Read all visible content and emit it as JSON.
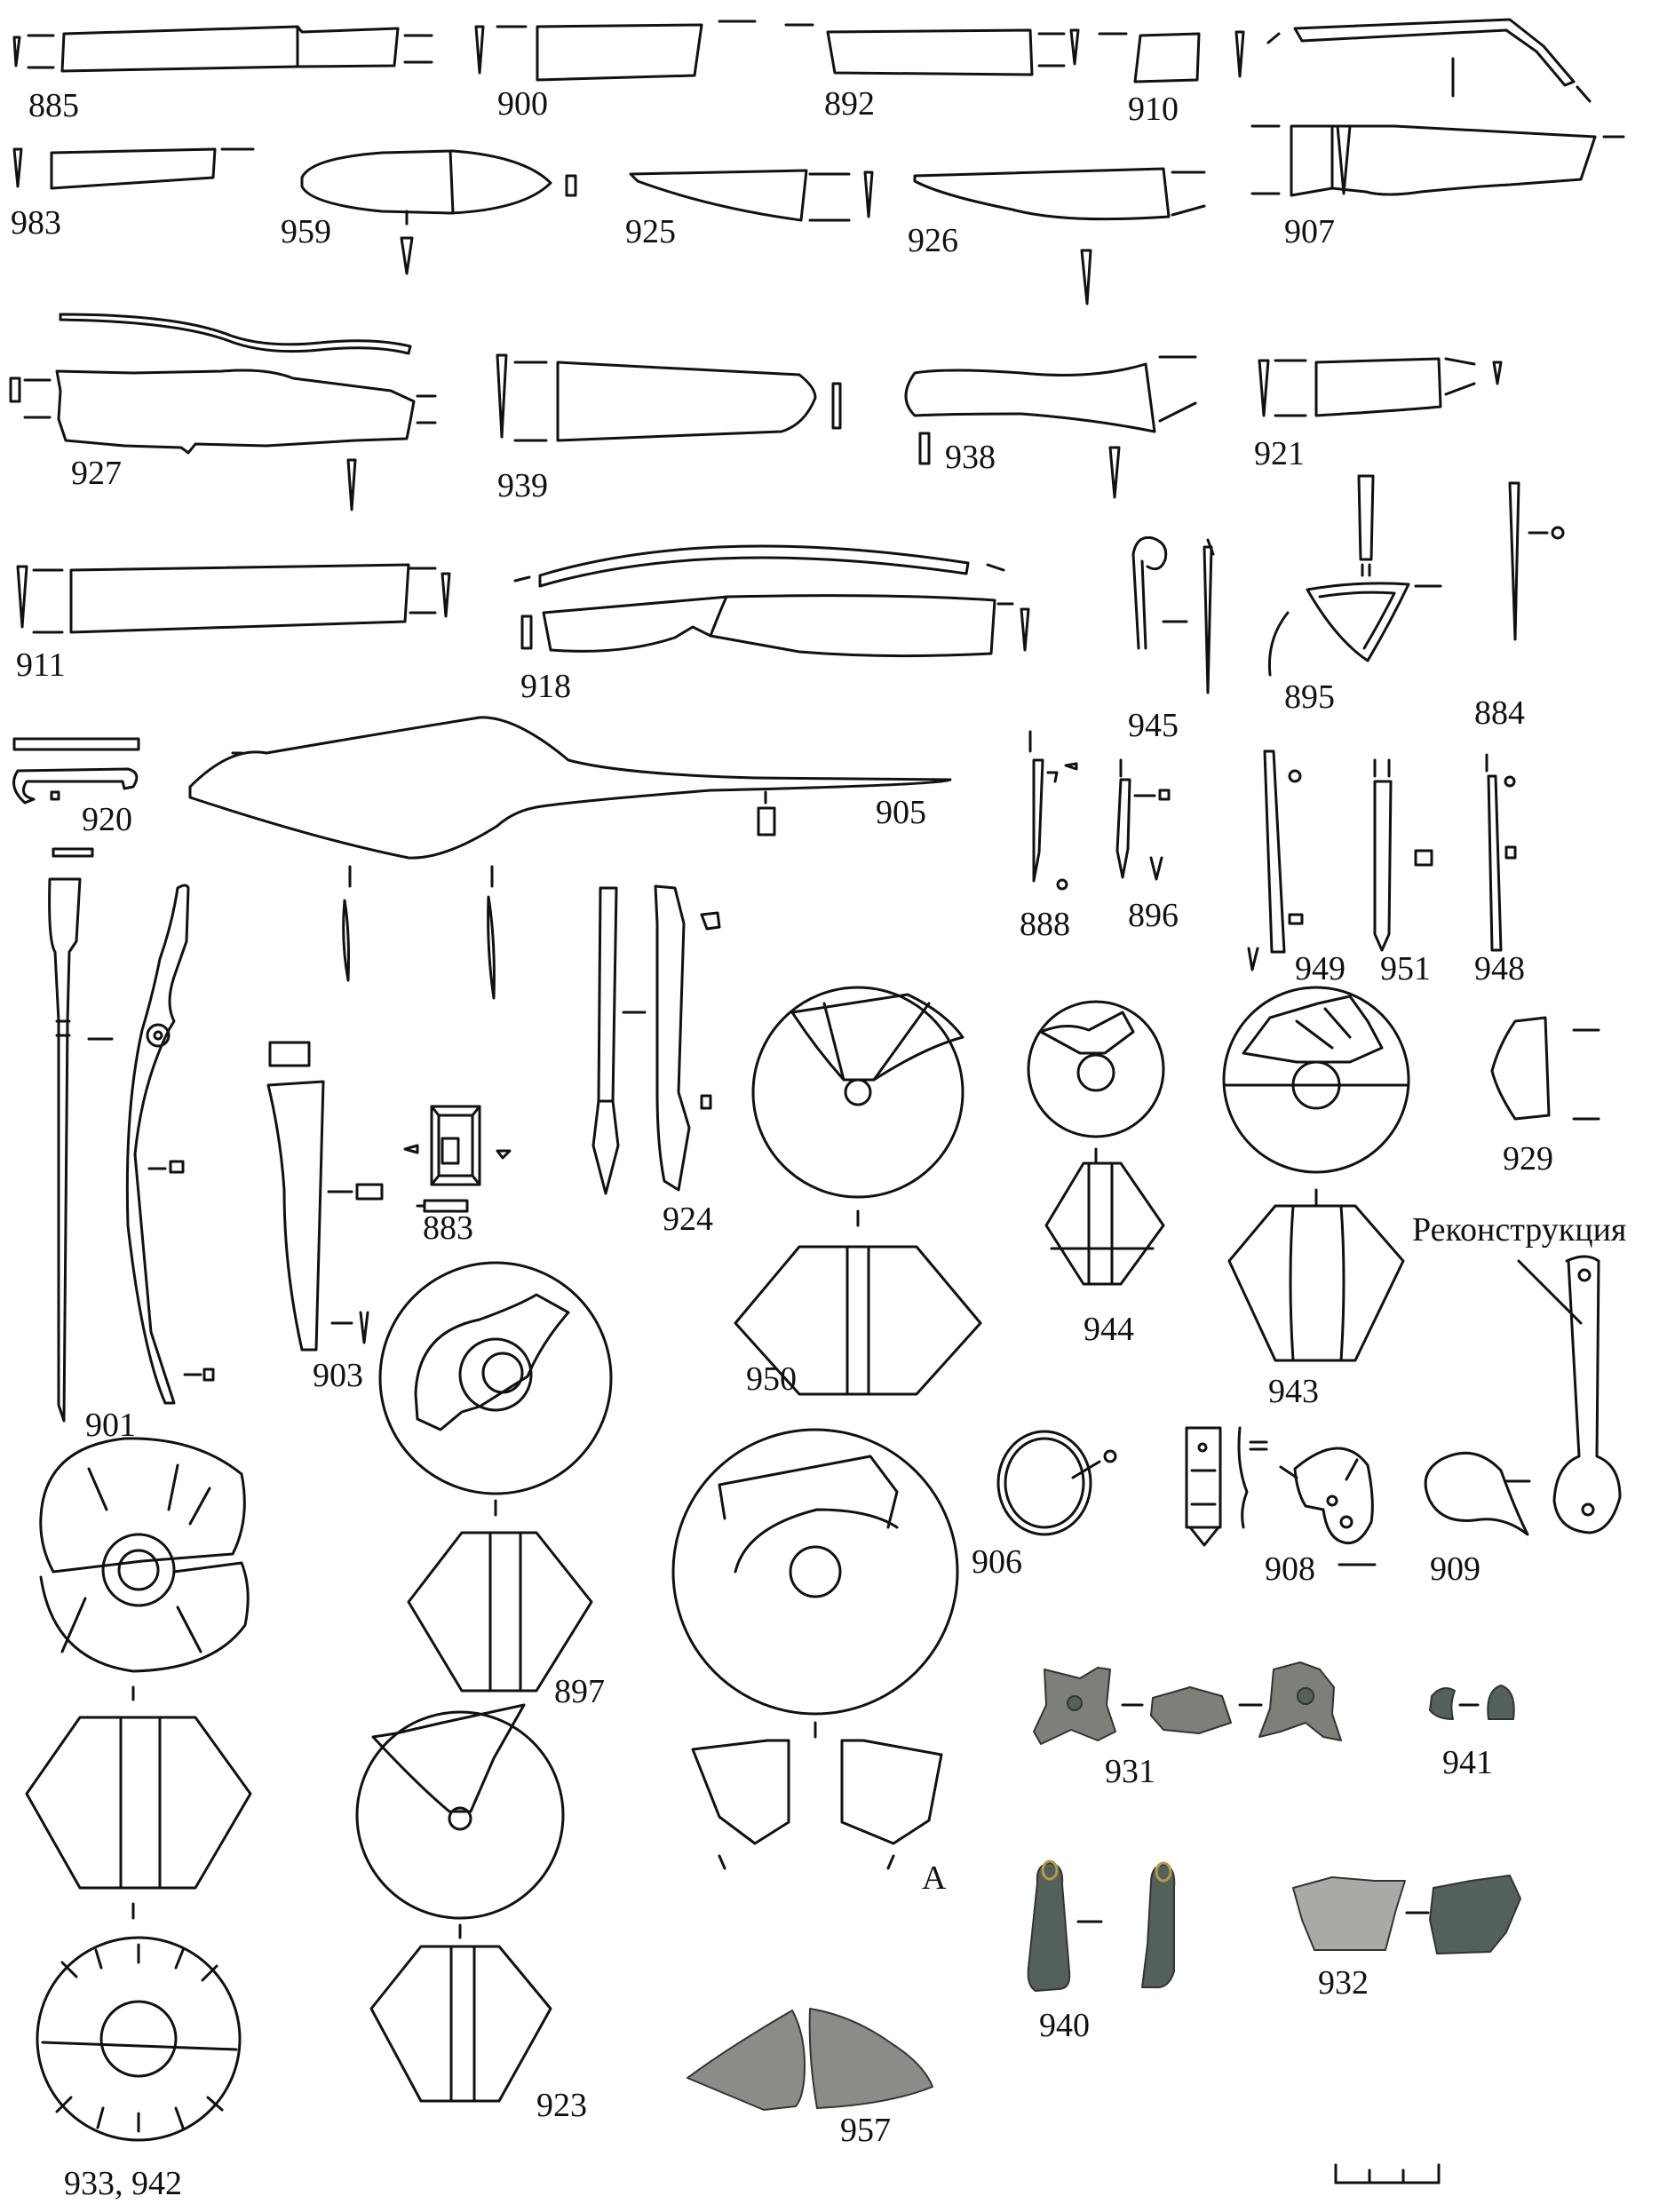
{
  "labels": {
    "a885": "885",
    "a900": "900",
    "a892": "892",
    "a910": "910",
    "a983": "983",
    "a959": "959",
    "a925": "925",
    "a926": "926",
    "a907": "907",
    "a927": "927",
    "a939": "939",
    "a938": "938",
    "a921": "921",
    "a911": "911",
    "a918": "918",
    "a945": "945",
    "a895": "895",
    "a884": "884",
    "a920": "920",
    "a905": "905",
    "a888": "888",
    "a896": "896",
    "a949": "949",
    "a951": "951",
    "a948": "948",
    "a950": "950",
    "a944": "944",
    "a943": "943",
    "a929": "929",
    "a901": "901",
    "a903": "903",
    "a883": "883",
    "a924": "924",
    "a897": "897",
    "a906": "906",
    "a908": "908",
    "a909": "909",
    "a931": "931",
    "a941": "941",
    "a933_942": "933, 942",
    "a923": "923",
    "a957": "957",
    "a940": "940",
    "a932": "932",
    "section_a": "А"
  },
  "header": {
    "reconstruction": "Реконструкция"
  }
}
